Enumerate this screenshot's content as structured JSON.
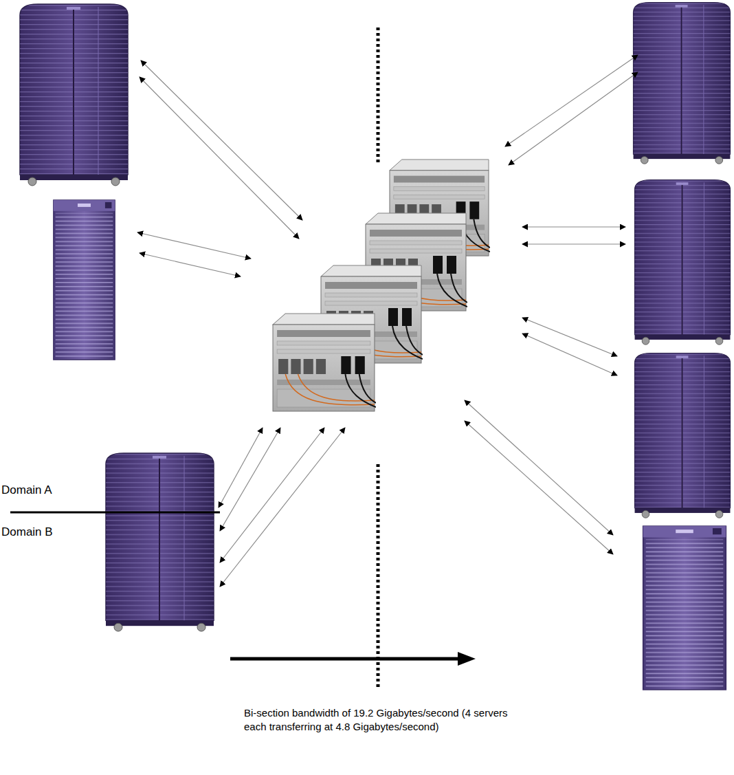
{
  "diagram": {
    "caption": "Bi-section bandwidth of 19.2 Gigabytes/second (4 servers each transferring at 4.8 Gigabytes/second)",
    "labels": [
      "Domain A",
      "Domain B"
    ]
  }
}
